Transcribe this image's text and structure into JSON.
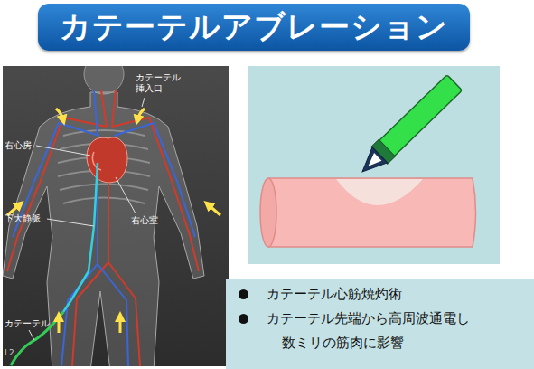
{
  "diagram": {
    "title": "カテーテルアブレーション",
    "nodes": [
      {
        "text": [
          "カテーテル心筋焼灼術",
          "カテーテル先端から高周波通電し 数ミリの筋肉に影響"
        ]
      }
    ],
    "labels": [
      "カテーテル 挿入口",
      "右心房",
      "右心室",
      "下大静脈",
      "カテーテル",
      "L2"
    ]
  }
}
